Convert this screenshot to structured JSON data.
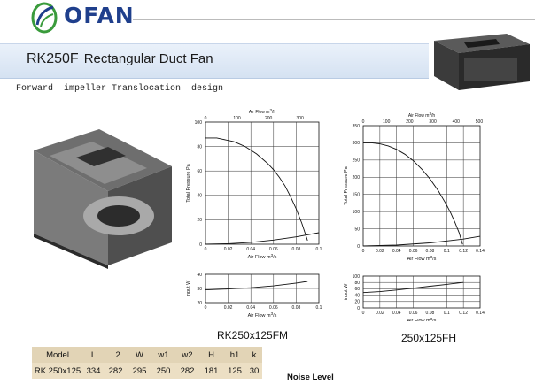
{
  "header": {
    "brand": "OFAN",
    "model": "RK250F",
    "product_name": "Rectangular Duct Fan"
  },
  "subtitle": "Forward  impeller Translocation  design",
  "colors": {
    "logo_blue": "#1f3f8c",
    "logo_green": "#3a9b3c",
    "banner_top": "#eaf1fa",
    "banner_bottom": "#d5e2f2",
    "table_header": "#e2d4b6",
    "table_row": "#ecdfc4"
  },
  "chart_data": [
    {
      "type": "line",
      "name": "RK250x125FM",
      "pressure_chart": {
        "xlabel": "Air Flow m^3/s",
        "top_xlabel": "Air Flow m^3/h",
        "ylabel": "Total Pressure Pa",
        "xlim": [
          0,
          0.1
        ],
        "ylim": [
          0,
          100
        ],
        "x_ticks": [
          "0",
          "0.02",
          "0.04",
          "0.06",
          "0.08",
          "0.1"
        ],
        "y_ticks": [
          "0",
          "20",
          "40",
          "60",
          "80",
          "100"
        ],
        "top_ticks": [
          "0",
          "100",
          "200",
          "300"
        ],
        "series": [
          {
            "x": [
              0,
              0.005,
              0.01,
              0.015,
              0.02,
              0.025,
              0.03,
              0.035,
              0.04,
              0.045,
              0.05,
              0.055,
              0.06,
              0.065,
              0.07,
              0.075,
              0.08,
              0.085,
              0.09
            ],
            "y": [
              87,
              87,
              87,
              86,
              85,
              84,
              82,
              80,
              77,
              74,
              70,
              66,
              61,
              55,
              48,
              39,
              29,
              17,
              3
            ]
          },
          {
            "x": [
              0,
              0.02,
              0.04,
              0.06,
              0.08,
              0.1
            ],
            "y": [
              0,
              0.4,
              1.5,
              3.4,
              6,
              9.4
            ]
          }
        ]
      },
      "power_chart": {
        "xlabel": "Air Flow m^3/s",
        "ylabel": "input W",
        "xlim": [
          0,
          0.1
        ],
        "ylim": [
          20,
          40
        ],
        "x_ticks": [
          "0",
          "0.02",
          "0.04",
          "0.06",
          "0.08",
          "0.1"
        ],
        "y_ticks": [
          "20",
          "30",
          "40"
        ],
        "series": [
          {
            "x": [
              0,
              0.02,
              0.04,
              0.06,
              0.08,
              0.09
            ],
            "y": [
              29,
              29.6,
              30.5,
              31.8,
              33.8,
              35
            ]
          }
        ]
      }
    },
    {
      "type": "line",
      "name": "250x125FH",
      "pressure_chart": {
        "xlabel": "Air Flow m^3/s",
        "top_xlabel": "Air Flow m^3/h",
        "ylabel": "Total Pressure Pa",
        "xlim": [
          0,
          0.14
        ],
        "ylim": [
          0,
          350
        ],
        "x_ticks": [
          "0",
          "0.02",
          "0.04",
          "0.06",
          "0.08",
          "0.1",
          "0.12",
          "0.14"
        ],
        "y_ticks": [
          "0",
          "50",
          "100",
          "150",
          "200",
          "250",
          "300",
          "350"
        ],
        "top_ticks": [
          "0",
          "100",
          "200",
          "300",
          "400",
          "500"
        ],
        "series": [
          {
            "x": [
              0,
              0.01,
              0.02,
              0.03,
              0.04,
              0.05,
              0.06,
              0.07,
              0.08,
              0.09,
              0.1,
              0.105,
              0.11,
              0.115,
              0.119
            ],
            "y": [
              300,
              300,
              297,
              291,
              281,
              267,
              248,
              224,
              195,
              160,
              119,
              95,
              68,
              38,
              5
            ]
          },
          {
            "x": [
              0,
              0.04,
              0.08,
              0.12,
              0.14
            ],
            "y": [
              0,
              2.5,
              9,
              20,
              28
            ]
          }
        ]
      },
      "power_chart": {
        "xlabel": "Air Flow m^3/s",
        "ylabel": "input W",
        "xlim": [
          0,
          0.14
        ],
        "ylim": [
          0,
          100
        ],
        "x_ticks": [
          "0",
          "0.02",
          "0.04",
          "0.06",
          "0.08",
          "0.1",
          "0.12",
          "0.14"
        ],
        "y_ticks": [
          "0",
          "20",
          "40",
          "60",
          "80",
          "100"
        ],
        "series": [
          {
            "x": [
              0,
              0.02,
              0.04,
              0.06,
              0.08,
              0.1,
              0.12
            ],
            "y": [
              48,
              51,
              56,
              62,
              68,
              74,
              80
            ]
          }
        ]
      }
    }
  ],
  "table": {
    "headers": [
      "Model",
      "L",
      "L2",
      "W",
      "w1",
      "w2",
      "H",
      "h1",
      "k"
    ],
    "rows": [
      [
        "RK 250x125",
        "334",
        "282",
        "295",
        "250",
        "282",
        "181",
        "125",
        "30"
      ]
    ]
  },
  "noise_label": "Noise Level"
}
